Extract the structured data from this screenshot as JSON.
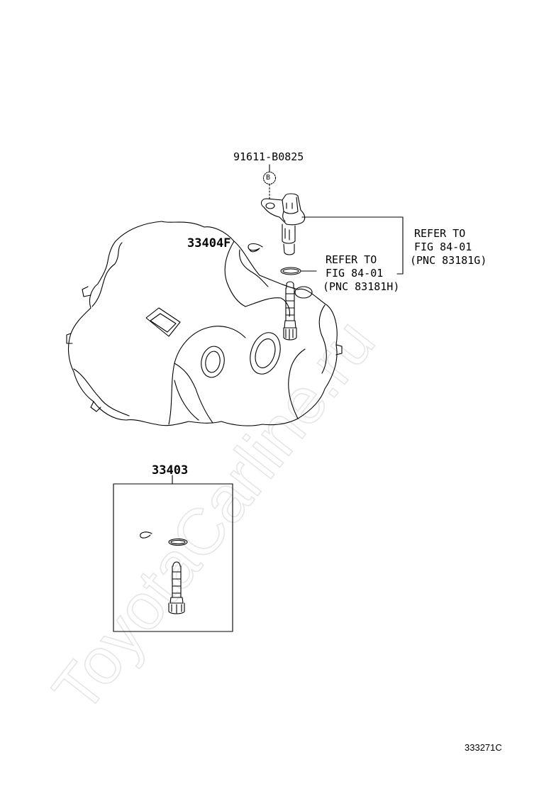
{
  "watermark": "ToyotaCarline.ru",
  "callouts": {
    "bolt_part": "91611-B0825",
    "bolt_marker": "B",
    "sensor_ref_line1": "REFER TO",
    "sensor_ref_line2": "FIG 84-01",
    "sensor_ref_line3": "(PNC 83181G)",
    "oring_ref_line1": "REFER TO",
    "oring_ref_line2": "FIG 84-01",
    "oring_ref_line3": "(PNC 83181H)",
    "clip_part": "33404F",
    "kit_part": "33403"
  },
  "figure_number": "333271C"
}
